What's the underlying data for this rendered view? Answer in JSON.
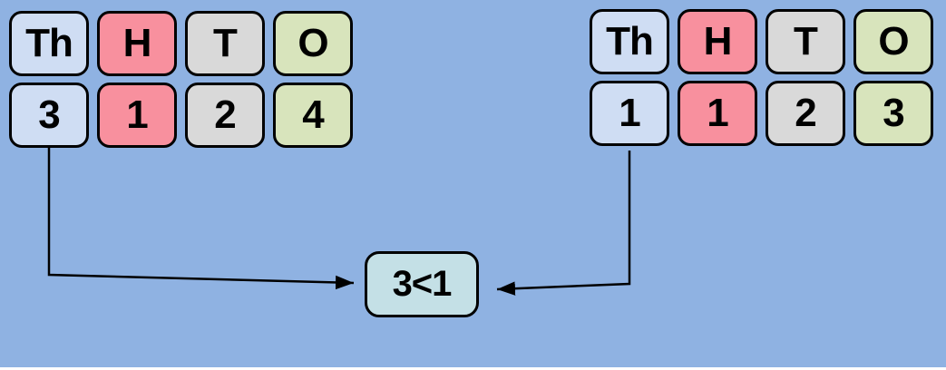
{
  "canvas": {
    "description": "place-value comparison diagram"
  },
  "colors": {
    "background": "#8FB2E2",
    "thousands": "#CFDDF3",
    "hundreds": "#F8909E",
    "tens": "#D9D9D9",
    "ones": "#D8E4BC",
    "comparison_fill": "#C4E0E6",
    "bottom_strip": "#FFFFFF",
    "border": "#000000",
    "arrow": "#000000"
  },
  "left_number": {
    "headers": [
      "Th",
      "H",
      "T",
      "O"
    ],
    "digits": [
      "3",
      "1",
      "2",
      "4"
    ]
  },
  "right_number": {
    "headers": [
      "Th",
      "H",
      "T",
      "O"
    ],
    "digits": [
      "1",
      "1",
      "2",
      "3"
    ]
  },
  "comparison": {
    "text": "3<1"
  }
}
